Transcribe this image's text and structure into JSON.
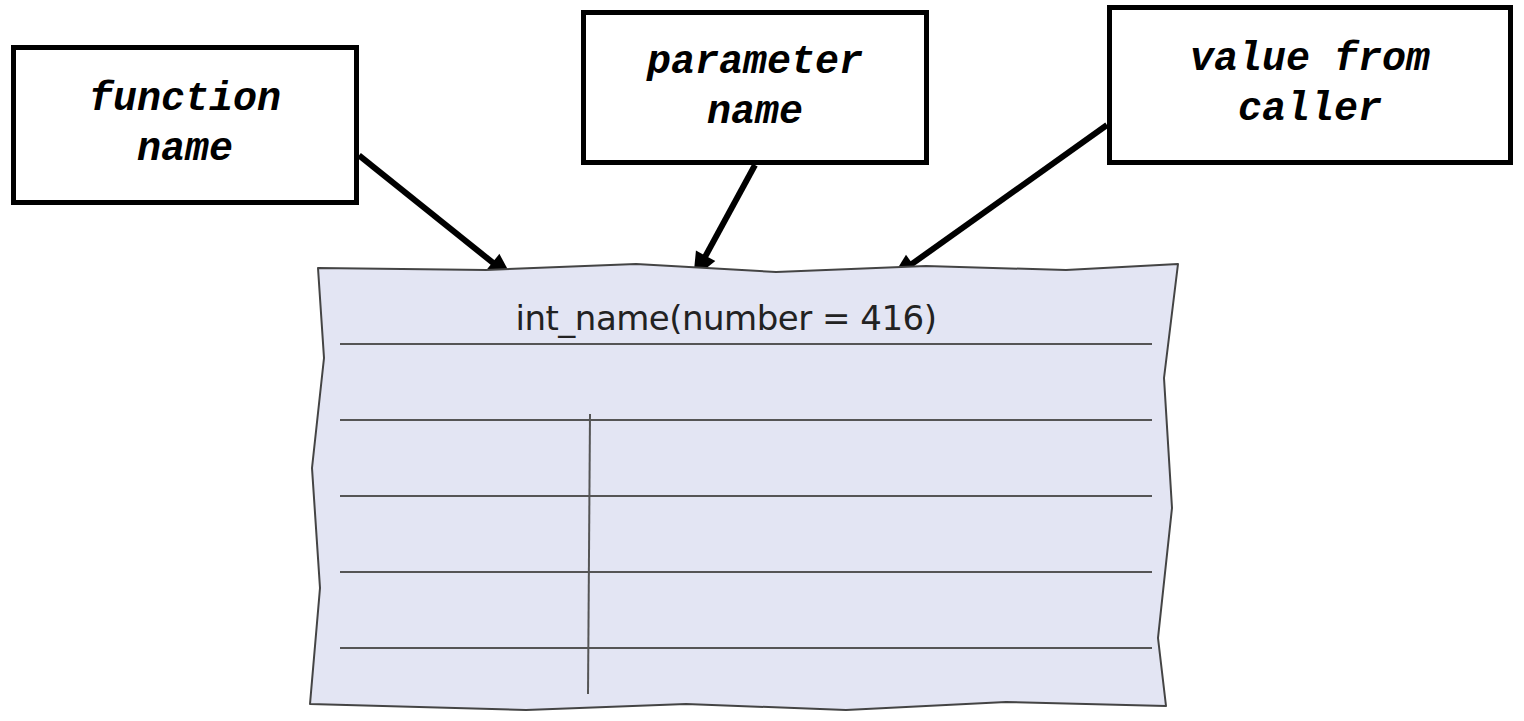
{
  "diagram": {
    "nodes": [
      {
        "text": [
          "function name"
        ]
      },
      {
        "text": [
          "parameter name"
        ]
      },
      {
        "text": [
          "value from caller"
        ]
      },
      {
        "text": [
          "int_name(number = 416)"
        ]
      }
    ],
    "edges": [
      {
        "from": 0,
        "to": 3,
        "arrow": "to"
      },
      {
        "from": 1,
        "to": 3,
        "arrow": "to"
      },
      {
        "from": 2,
        "to": 3,
        "arrow": "to"
      }
    ]
  }
}
